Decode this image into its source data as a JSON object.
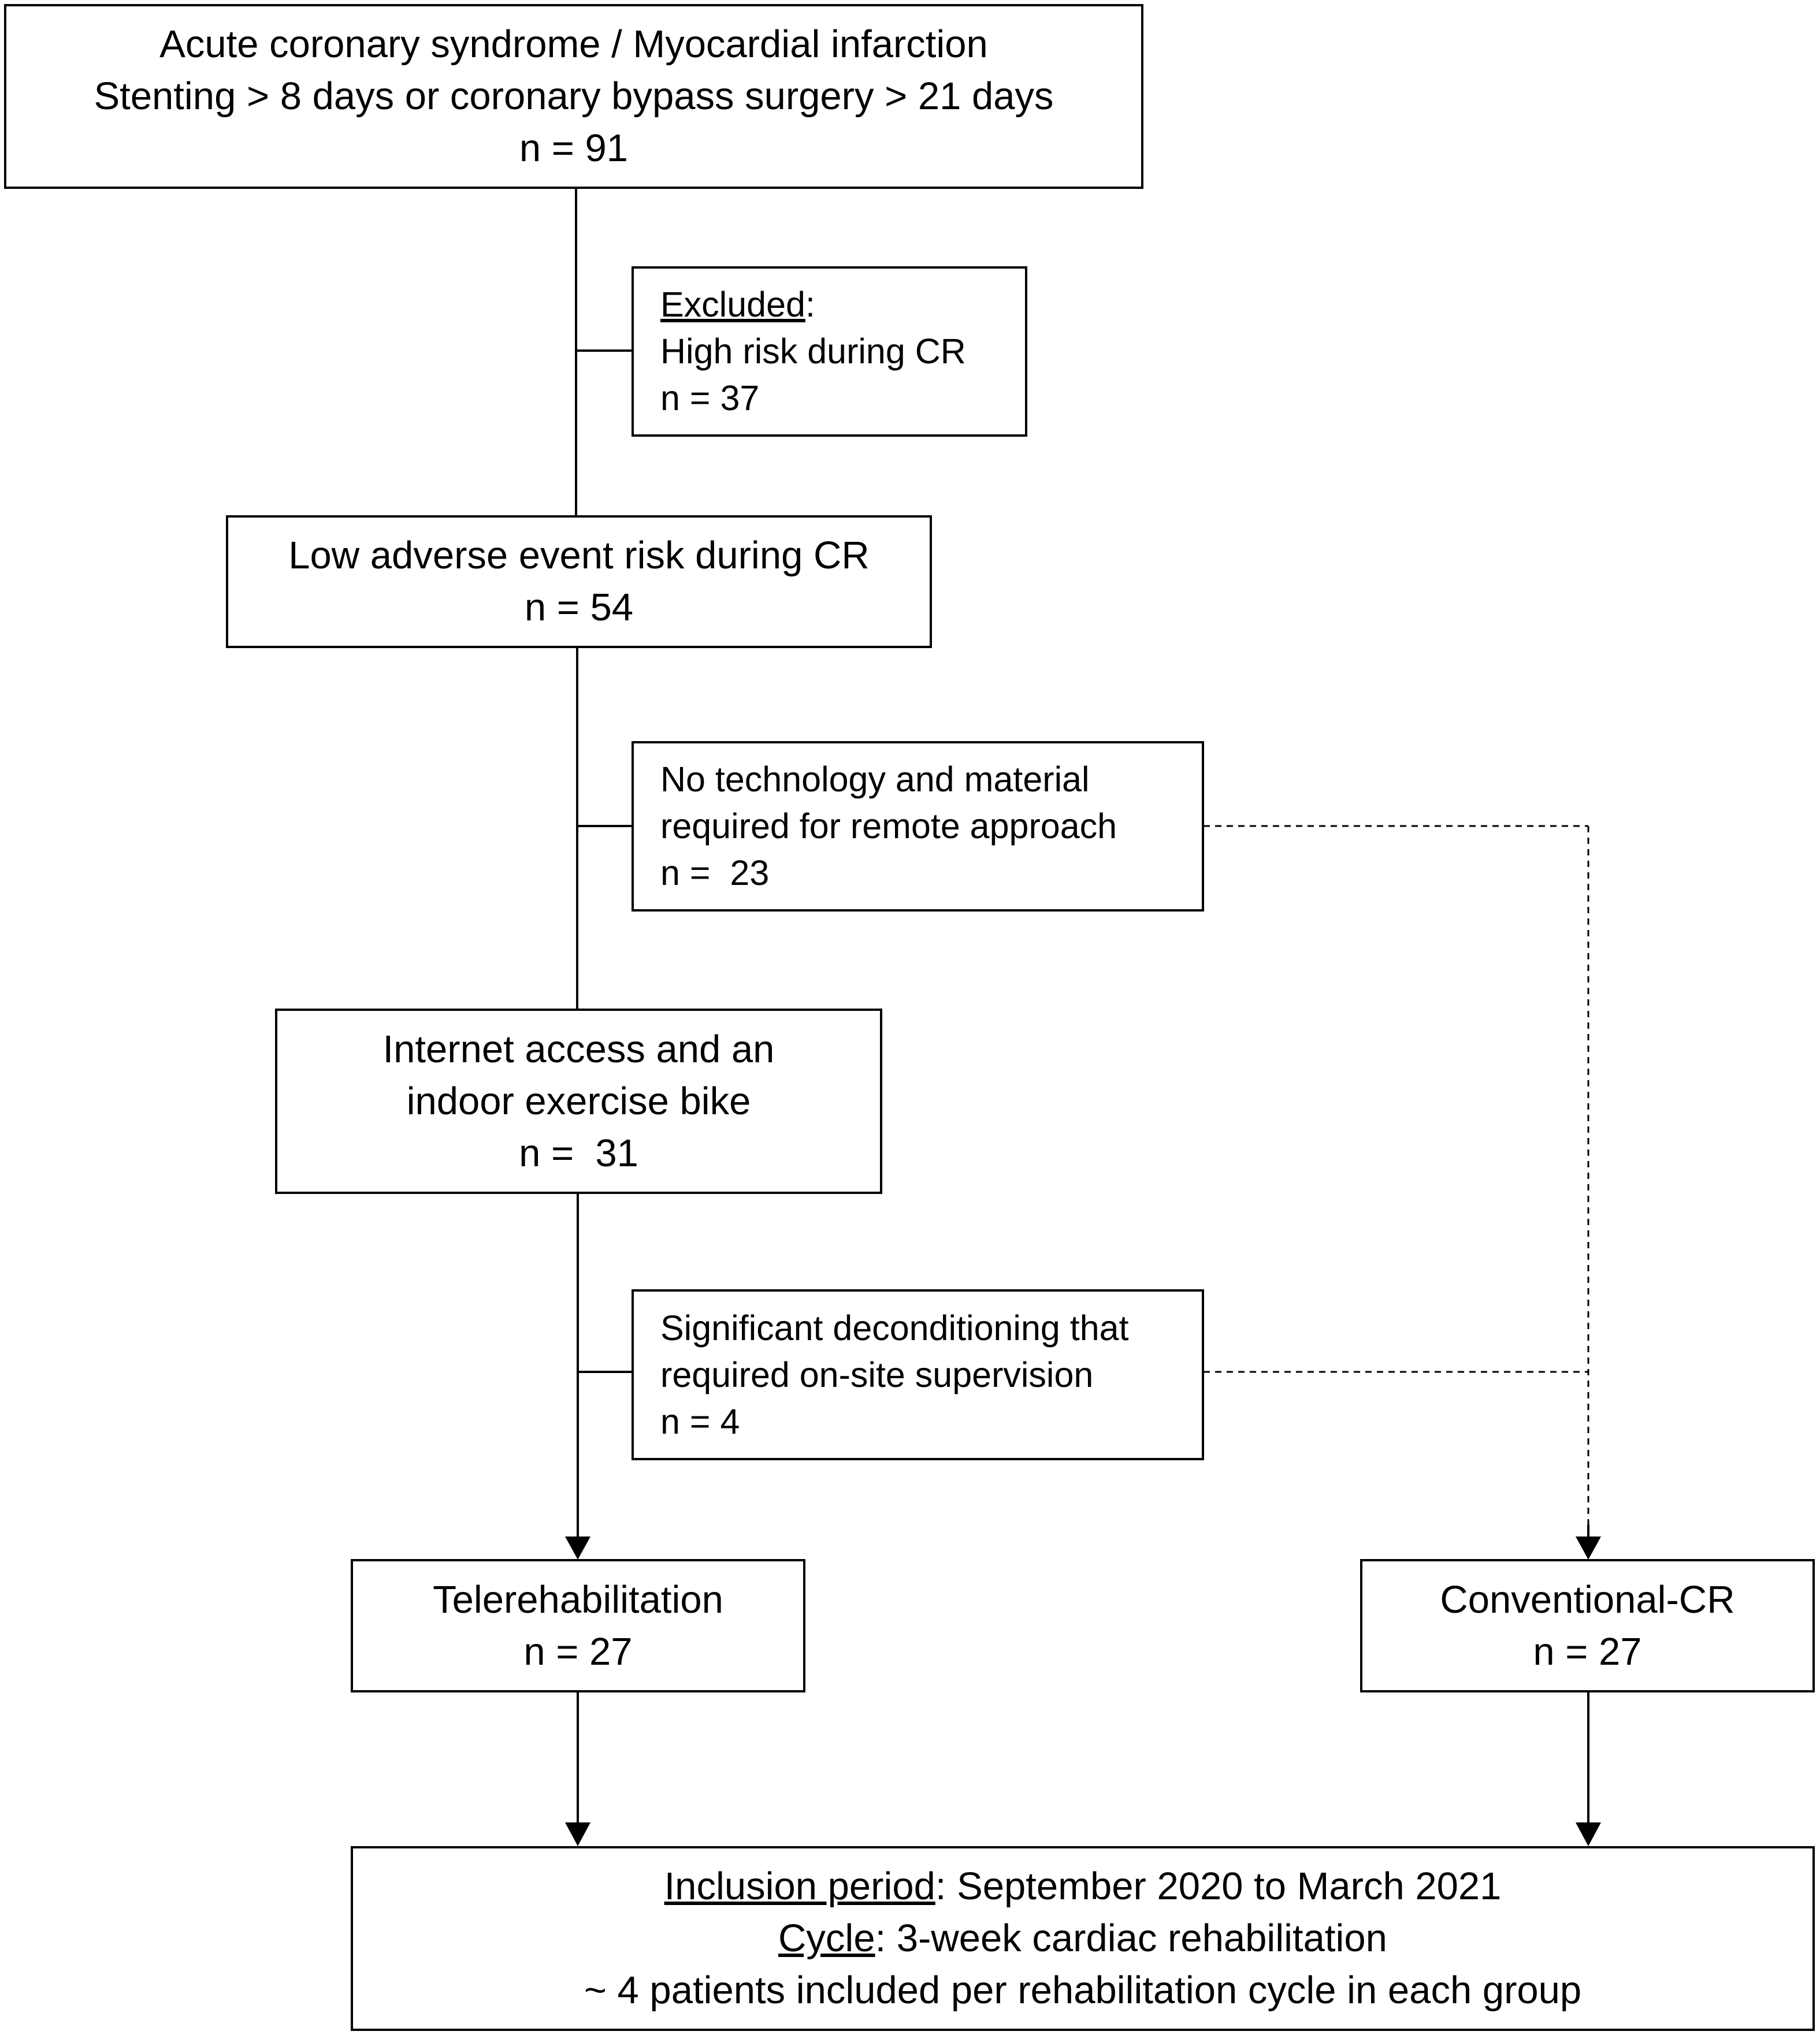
{
  "colors": {
    "line": "#000000",
    "background": "#ffffff"
  },
  "nodes": {
    "start": {
      "line1": "Acute coronary syndrome / Myocardial infarction",
      "line2": "Stenting > 8 days or coronary bypass surgery > 21 days",
      "count": "n = 91"
    },
    "excluded_high_risk": {
      "heading": "Excluded",
      "heading_suffix": ":",
      "line1": "High risk during CR",
      "count": "n = 37"
    },
    "low_risk": {
      "line1": "Low adverse event risk during CR",
      "count": "n = 54"
    },
    "no_technology": {
      "line1": "No technology and material",
      "line2": "required for remote approach",
      "count": "n =  23"
    },
    "internet_access": {
      "line1": "Internet access and an",
      "line2": "indoor exercise bike",
      "count": "n =  31"
    },
    "deconditioning": {
      "line1": "Significant deconditioning that",
      "line2": "required on-site supervision",
      "count": "n = 4"
    },
    "telerehabilitation": {
      "line1": "Telerehabilitation",
      "count": "n = 27"
    },
    "conventional_cr": {
      "line1": "Conventional-CR",
      "count": "n = 27"
    },
    "summary": {
      "inclusion_label": "Inclusion period",
      "inclusion_value": ": September 2020 to March 2021",
      "cycle_label": "Cycle",
      "cycle_value": ": 3-week cardiac rehabilitation",
      "line3": "~ 4 patients included per rehabilitation cycle in each group"
    }
  }
}
